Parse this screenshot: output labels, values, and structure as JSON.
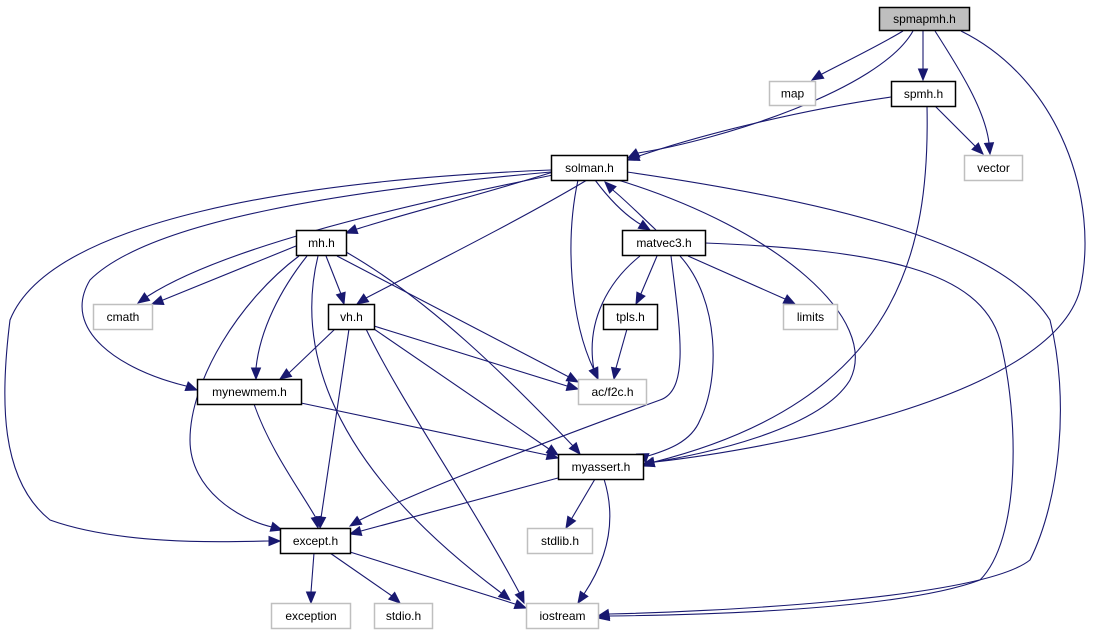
{
  "diagram": {
    "type": "include-dependency-graph",
    "colors": {
      "edge": "#191970",
      "root_fill": "#bfbfbf",
      "project_border": "#000000",
      "external_border": "#bfbfbf"
    },
    "nodes": [
      {
        "id": "spmapmh",
        "label": "spmapmh.h",
        "kind": "root"
      },
      {
        "id": "map",
        "label": "map",
        "kind": "external"
      },
      {
        "id": "spmh",
        "label": "spmh.h",
        "kind": "project"
      },
      {
        "id": "vector",
        "label": "vector",
        "kind": "external"
      },
      {
        "id": "solman",
        "label": "solman.h",
        "kind": "project"
      },
      {
        "id": "mh",
        "label": "mh.h",
        "kind": "project"
      },
      {
        "id": "matvec3",
        "label": "matvec3.h",
        "kind": "project"
      },
      {
        "id": "cmath",
        "label": "cmath",
        "kind": "external"
      },
      {
        "id": "vh",
        "label": "vh.h",
        "kind": "project"
      },
      {
        "id": "tpls",
        "label": "tpls.h",
        "kind": "project"
      },
      {
        "id": "limits",
        "label": "limits",
        "kind": "external"
      },
      {
        "id": "mynewmem",
        "label": "mynewmem.h",
        "kind": "project"
      },
      {
        "id": "acf2c",
        "label": "ac/f2c.h",
        "kind": "external"
      },
      {
        "id": "myassert",
        "label": "myassert.h",
        "kind": "project"
      },
      {
        "id": "except",
        "label": "except.h",
        "kind": "project"
      },
      {
        "id": "stdlib",
        "label": "stdlib.h",
        "kind": "external"
      },
      {
        "id": "exception",
        "label": "exception",
        "kind": "external"
      },
      {
        "id": "stdio",
        "label": "stdio.h",
        "kind": "external"
      },
      {
        "id": "iostream",
        "label": "iostream",
        "kind": "external"
      }
    ],
    "edges": [
      [
        "spmapmh",
        "map"
      ],
      [
        "spmapmh",
        "solman"
      ],
      [
        "spmapmh",
        "spmh"
      ],
      [
        "spmapmh",
        "vector"
      ],
      [
        "spmapmh",
        "myassert"
      ],
      [
        "spmh",
        "solman"
      ],
      [
        "spmh",
        "vector"
      ],
      [
        "spmh",
        "myassert"
      ],
      [
        "solman",
        "mh"
      ],
      [
        "solman",
        "matvec3"
      ],
      [
        "solman",
        "cmath"
      ],
      [
        "solman",
        "vh"
      ],
      [
        "solman",
        "mynewmem"
      ],
      [
        "solman",
        "acf2c"
      ],
      [
        "solman",
        "myassert"
      ],
      [
        "solman",
        "except"
      ],
      [
        "solman",
        "iostream"
      ],
      [
        "matvec3",
        "solman"
      ],
      [
        "matvec3",
        "tpls"
      ],
      [
        "matvec3",
        "limits"
      ],
      [
        "matvec3",
        "acf2c"
      ],
      [
        "matvec3",
        "myassert"
      ],
      [
        "matvec3",
        "except"
      ],
      [
        "matvec3",
        "iostream"
      ],
      [
        "mh",
        "cmath"
      ],
      [
        "mh",
        "vh"
      ],
      [
        "mh",
        "mynewmem"
      ],
      [
        "mh",
        "acf2c"
      ],
      [
        "mh",
        "myassert"
      ],
      [
        "mh",
        "except"
      ],
      [
        "mh",
        "iostream"
      ],
      [
        "vh",
        "mynewmem"
      ],
      [
        "vh",
        "acf2c"
      ],
      [
        "vh",
        "myassert"
      ],
      [
        "vh",
        "except"
      ],
      [
        "vh",
        "iostream"
      ],
      [
        "tpls",
        "acf2c"
      ],
      [
        "mynewmem",
        "myassert"
      ],
      [
        "mynewmem",
        "except"
      ],
      [
        "myassert",
        "except"
      ],
      [
        "myassert",
        "stdlib"
      ],
      [
        "myassert",
        "iostream"
      ],
      [
        "except",
        "exception"
      ],
      [
        "except",
        "stdio"
      ],
      [
        "except",
        "iostream"
      ]
    ]
  }
}
